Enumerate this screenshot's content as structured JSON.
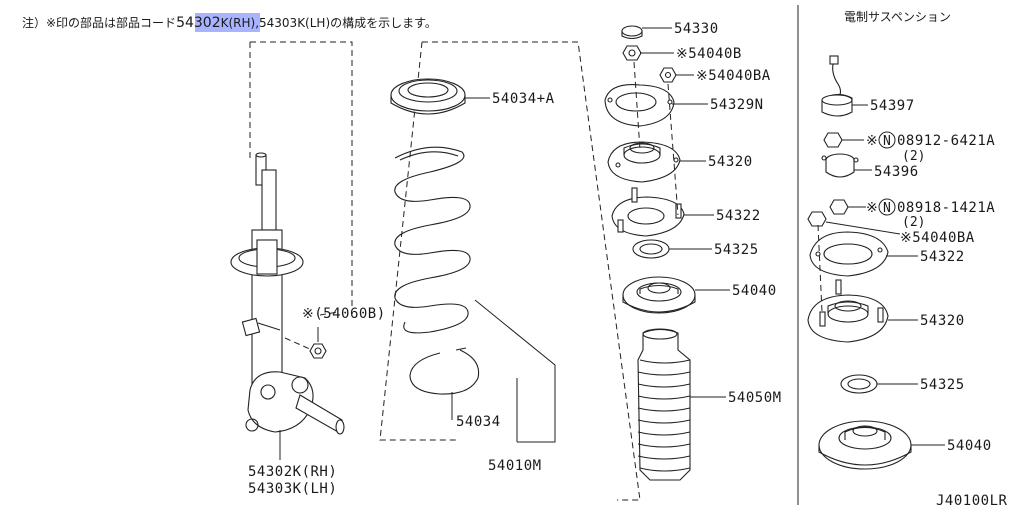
{
  "note": {
    "prefix": "注）※印の部品は部品コード",
    "highlight": "54302",
    "suffix": "K(RH),54303K(LH)の構成を示します。",
    "highlight_color": "#a8b4ff"
  },
  "section_title": "電制サスペンション",
  "diagram_code": "J40100LR",
  "labels": {
    "p54330": "54330",
    "p54040B": "※54040B",
    "p54040BA_a": "※54040BA",
    "p54034A": "54034+A",
    "p54329N": "54329N",
    "p54320_a": "54320",
    "p54322_a": "54322",
    "p54325_a": "54325",
    "p54040_a": "54040",
    "p54060B": "※(54060B)",
    "p54050M": "54050M",
    "p54034": "54034",
    "p54010M": "54010M",
    "p54302K": "54302K(RH)",
    "p54303K": "54303K(LH)",
    "p54397": "54397",
    "p08912_pre": "※",
    "p08912_n": "N",
    "p08912": "08912-6421A",
    "p08912_qty": "(2)",
    "p54396": "54396",
    "p08918_pre": "※",
    "p08918_n": "N",
    "p08918": "08918-1421A",
    "p08918_qty": "(2)",
    "p54040BA_b": "※54040BA",
    "p54322_b": "54322",
    "p54320_b": "54320",
    "p54325_b": "54325",
    "p54040_b": "54040"
  }
}
